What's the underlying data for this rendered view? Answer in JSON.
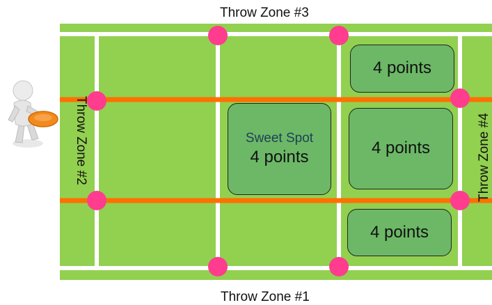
{
  "zones": {
    "top": "Throw Zone #3",
    "bottom": "Throw Zone #1",
    "left": "Throw Zone #2",
    "right": "Throw Zone #4"
  },
  "sweet_spot": {
    "title": "Sweet Spot",
    "points": "4 points"
  },
  "scoring_boxes": [
    {
      "points": "4 points"
    },
    {
      "points": "4 points"
    },
    {
      "points": "4 points"
    }
  ],
  "colors": {
    "field": "#92d050",
    "box": "#6cb867",
    "rope": "#ff7000",
    "marker": "#ff3c8e",
    "lines": "#ffffff",
    "frisbee": "#f28a1c"
  },
  "icons": {
    "thrower": "person-throwing-frisbee-icon",
    "marker": "pink-dot-marker"
  }
}
